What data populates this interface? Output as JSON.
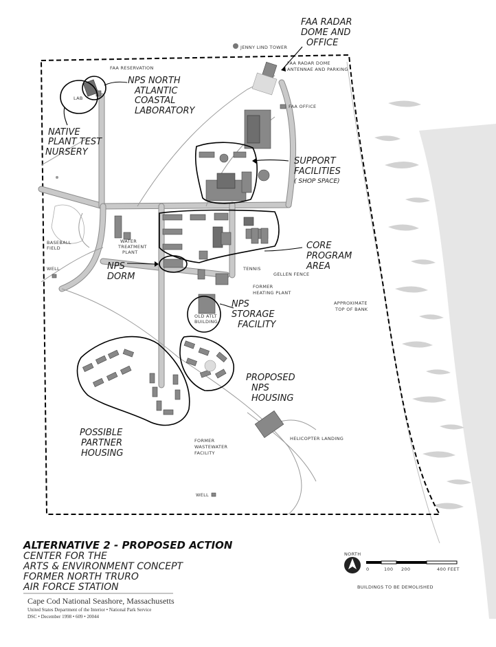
{
  "map": {
    "labels": {
      "faa_radar": [
        "FAA RADAR",
        "DOME AND",
        "OFFICE"
      ],
      "nps_lab": [
        "NPS NORTH",
        "ATLANTIC",
        "COASTAL",
        "LABORATORY"
      ],
      "native_plant": [
        "NATIVE",
        "PLANT TEST",
        "NURSERY"
      ],
      "support": [
        "SUPPORT",
        "FACILITIES",
        "( SHOP SPACE)"
      ],
      "core": [
        "CORE",
        "PROGRAM",
        "AREA"
      ],
      "nps_dorm": [
        "NPS",
        "DORM"
      ],
      "nps_storage": [
        "NPS",
        "STORAGE",
        "FACILITY"
      ],
      "nps_housing": [
        "PROPOSED",
        "NPS",
        "HOUSING"
      ],
      "partner_housing": [
        "POSSIBLE",
        "PARTNER",
        "HOUSING"
      ]
    },
    "small_labels": {
      "jenny_lind": "JENNY LIND TOWER",
      "faa_reservation": "FAA RESERVATION",
      "faa_dome_parking": [
        "FAA RADAR DOME",
        "ANTENNAE AND PARKING"
      ],
      "faa_office": "FAA OFFICE",
      "lab": "LAB",
      "baseball": [
        "BASEBALL",
        "FIELD"
      ],
      "well_west": "WELL",
      "water_treatment": [
        "WATER",
        "TREATMENT",
        "PLANT"
      ],
      "tennis": "TENNIS",
      "gellen_fence": "GELLEN FENCE",
      "former_heating": [
        "FORMER",
        "HEATING PLANT"
      ],
      "old_atlt": [
        "OLD ATLT",
        "BUILDING"
      ],
      "approx_bank": [
        "APPROXIMATE",
        "TOP OF BANK"
      ],
      "helicopter": "HELICOPTER LANDING",
      "former_wastewater": [
        "FORMER",
        "WASTEWATER",
        "FACILITY"
      ],
      "well_south": "WELL"
    },
    "north_label": "NORTH",
    "scale_ticks": [
      "0",
      "100",
      "200",
      "400 FEET"
    ],
    "legend_note": "BUILDINGS TO BE DEMOLISHED"
  },
  "title_block": {
    "title": "ALTERNATIVE 2 - PROPOSED ACTION",
    "subtitle": [
      "CENTER FOR THE",
      "ARTS & ENVIRONMENT CONCEPT",
      "FORMER NORTH TRURO",
      "AIR FORCE STATION"
    ],
    "credit_line1": "Cape Cod National Seashore, Massachusetts",
    "credit_line2": "United States Department of the Interior • National Park Service",
    "credit_line3": "DSC • December 1998 • 609 • 20044"
  },
  "colors": {
    "ink": "#1a1a1a",
    "building": "#888888",
    "bluff": "#d2d2d2",
    "road": "#c9c9c9"
  }
}
